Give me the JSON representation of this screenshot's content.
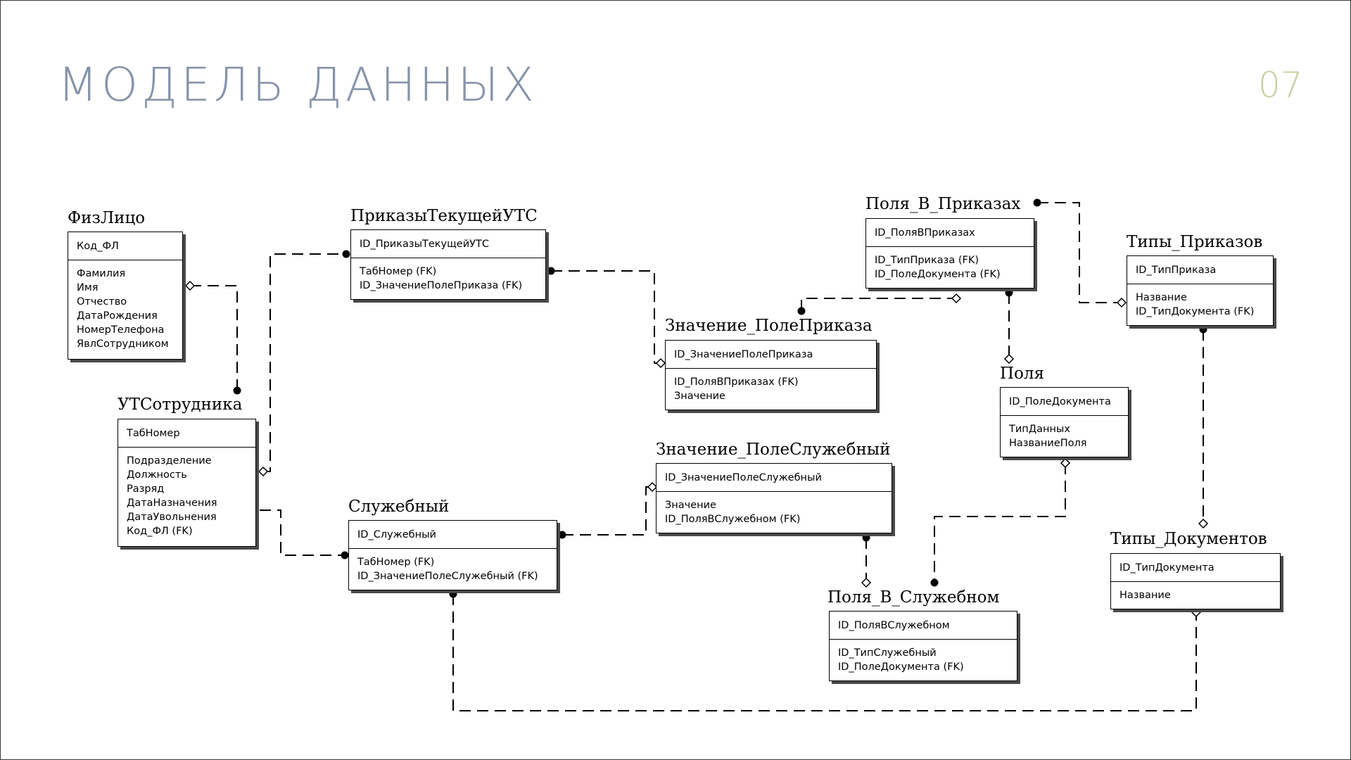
{
  "slide": {
    "title": "МОДЕЛЬ ДАННЫХ",
    "number": "07"
  },
  "entities": {
    "fizlico": {
      "name": "ФизЛицо",
      "pk": [
        "Код_ФЛ"
      ],
      "attrs": [
        "Фамилия",
        "Имя",
        "Отчество",
        "ДатаРождения",
        "НомерТелефона",
        "ЯвлСотрудником"
      ]
    },
    "utsotr": {
      "name": "УТСотрудника",
      "pk": [
        "ТабНомер"
      ],
      "attrs": [
        "Подразделение",
        "Должность",
        "Разряд",
        "ДатаНазначения",
        "ДатаУвольнения",
        "Код_ФЛ (FK)"
      ]
    },
    "prikazy": {
      "name": "ПриказыТекущейУТС",
      "pk": [
        "ID_ПриказыТекущейУТС"
      ],
      "attrs": [
        "ТабНомер (FK)",
        "ID_ЗначениеПолеПриказа (FK)"
      ]
    },
    "sluzh": {
      "name": "Служебный",
      "pk": [
        "ID_Служебный"
      ],
      "attrs": [
        "ТабНомер (FK)",
        "ID_ЗначениеПолеСлужебный (FK)"
      ]
    },
    "znpp": {
      "name": "Значение_ПолеПриказа",
      "pk": [
        "ID_ЗначениеПолеПриказа"
      ],
      "attrs": [
        "ID_ПоляВПриказах (FK)",
        "Значение"
      ]
    },
    "znps": {
      "name": "Значение_ПолеСлужебный",
      "pk": [
        "ID_ЗначениеПолеСлужебный"
      ],
      "attrs": [
        "Значение",
        "ID_ПоляВСлужебном (FK)"
      ]
    },
    "polyavpr": {
      "name": "Поля_В_Приказах",
      "pk": [
        "ID_ПоляВПриказах"
      ],
      "attrs": [
        "ID_ТипПриказа (FK)",
        "ID_ПолеДокумента (FK)"
      ]
    },
    "polya": {
      "name": "Поля",
      "pk": [
        "ID_ПолеДокумента"
      ],
      "attrs": [
        "ТипДанных",
        "НазваниеПоля"
      ]
    },
    "polyavsl": {
      "name": "Поля_В_Служебном",
      "pk": [
        "ID_ПоляВСлужебном"
      ],
      "attrs": [
        "ID_ТипСлужебный",
        "ID_ПолеДокумента (FK)"
      ]
    },
    "tipypr": {
      "name": "Типы_Приказов",
      "pk": [
        "ID_ТипПриказа"
      ],
      "attrs": [
        "Название",
        "ID_ТипДокумента (FK)"
      ]
    },
    "tipydoc": {
      "name": "Типы_Документов",
      "pk": [
        "ID_ТипДокумента"
      ],
      "attrs": [
        "Название"
      ]
    }
  }
}
